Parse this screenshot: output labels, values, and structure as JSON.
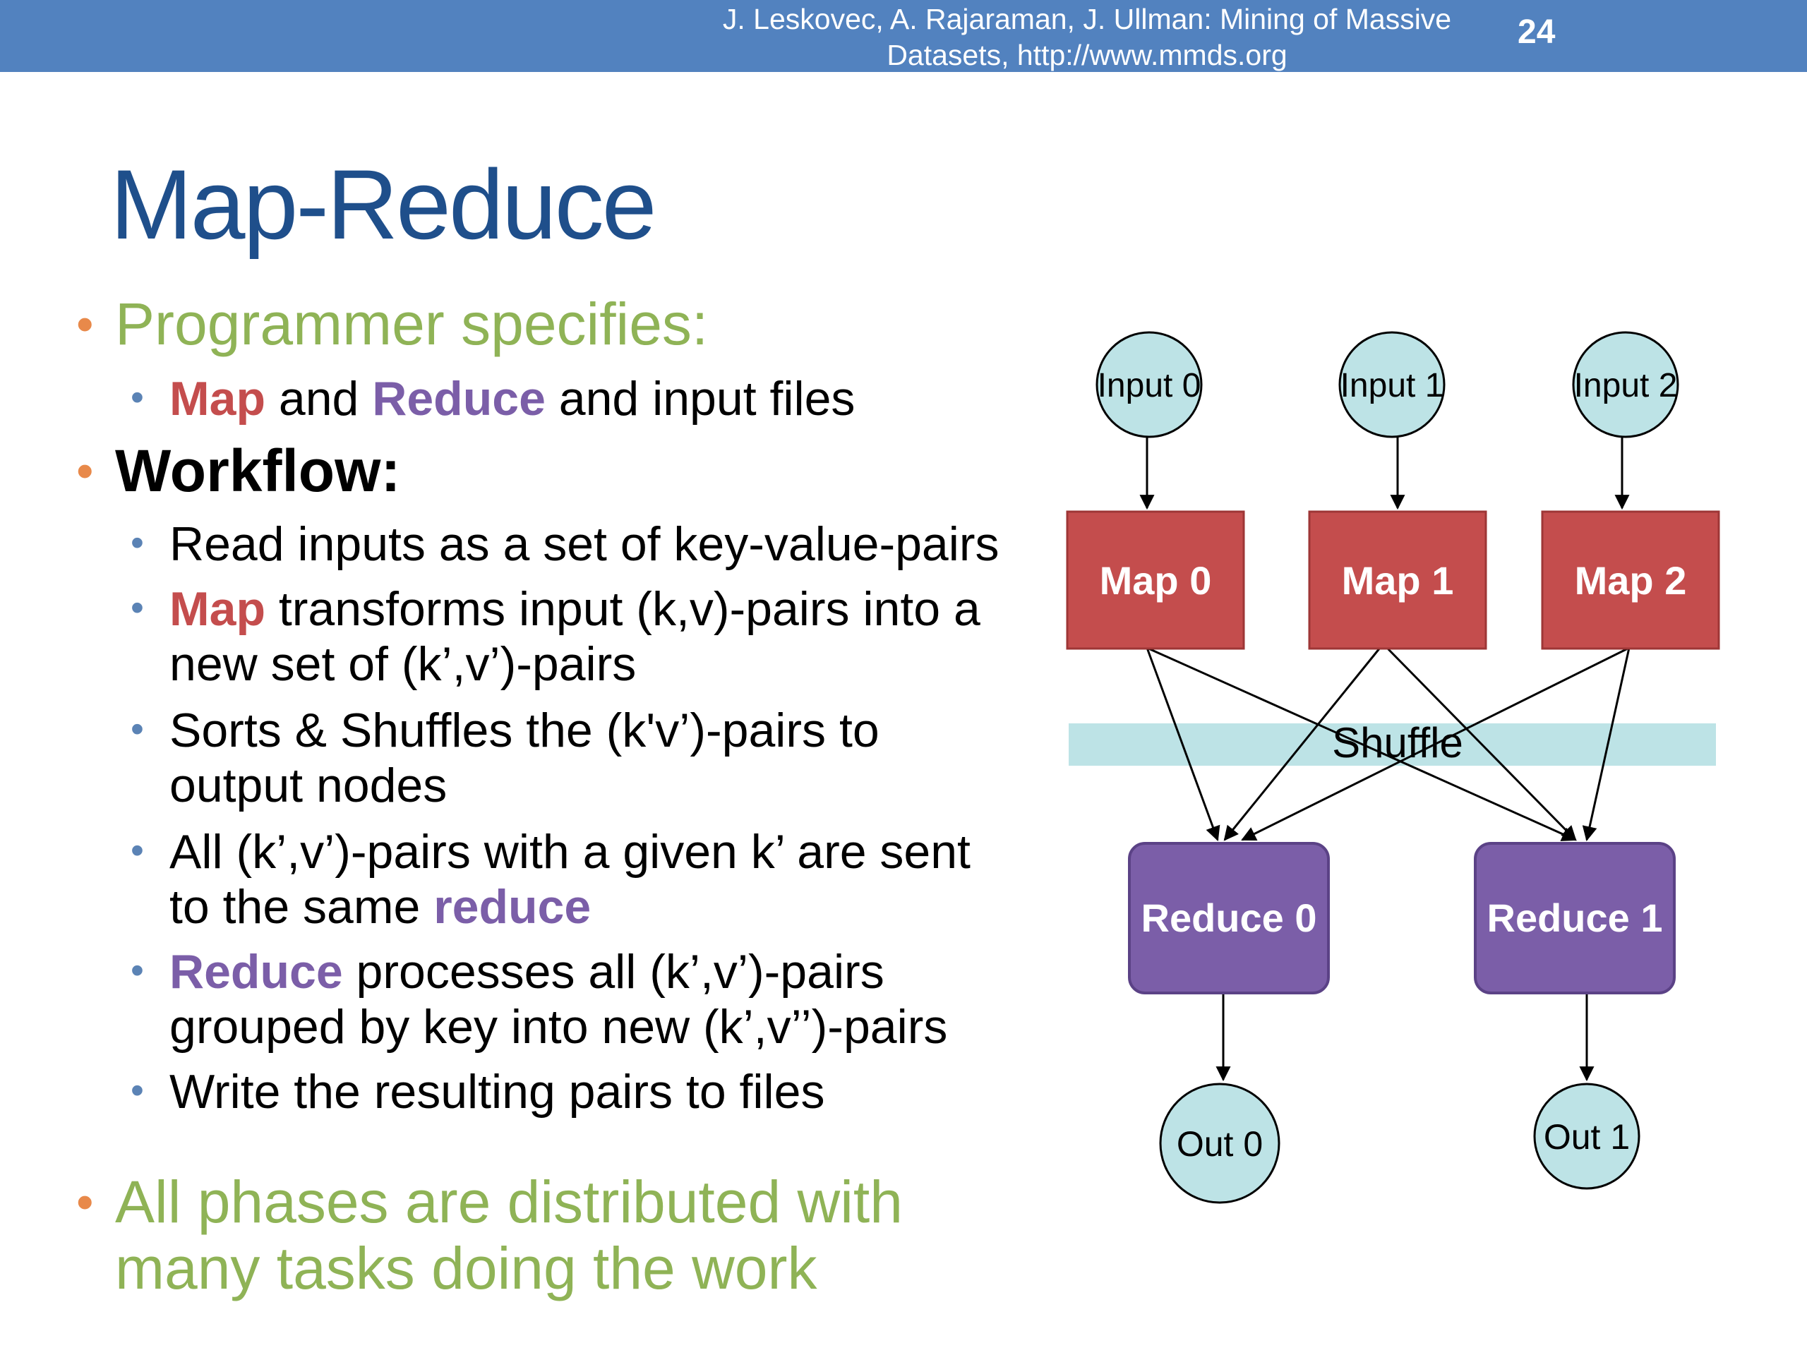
{
  "header": {
    "credit_line1": "J. Leskovec, A. Rajaraman, J. Ullman: Mining of Massive",
    "credit_line2": "Datasets, http://www.mmds.org",
    "page_number": "24"
  },
  "slide": {
    "title": "Map-Reduce"
  },
  "bullets": {
    "b1": "Programmer specifies:",
    "b1_sub": {
      "w1": "Map",
      "w2": " and ",
      "w3": "Reduce",
      "w4": " and input files"
    },
    "b2": "Workflow:",
    "s1": "Read inputs as a set of key-value-pairs",
    "s2_a": "Map",
    "s2_b": " transforms input (k,v)-pairs into a",
    "s2_c": "new set of (k’,v’)-pairs",
    "s3_a": "Sorts & Shuffles the (k'v’)-pairs to",
    "s3_b": "output nodes",
    "s4_a": "All (k’,v’)-pairs with a given k’ are sent",
    "s4_b": "to the same ",
    "s4_c": "reduce",
    "s5_a": "Reduce",
    "s5_b": " processes all (k’,v’)-pairs",
    "s5_c": "grouped by key into new (k’,v’’)-pairs",
    "s6": "Write the resulting pairs to files",
    "b3_a": "All phases are distributed with",
    "b3_b": "many tasks doing the work"
  },
  "diagram": {
    "inputs": [
      "Input 0",
      "Input 1",
      "Input 2"
    ],
    "maps": [
      "Map 0",
      "Map 1",
      "Map 2"
    ],
    "shuffle": "Shuffle",
    "reduces": [
      "Reduce 0",
      "Reduce 1"
    ],
    "outs": [
      "Out 0",
      "Out 1"
    ]
  },
  "colors": {
    "header_bg": "#5282bf",
    "title": "#1f4f8b",
    "green": "#8fb356",
    "map_red": "#c44d4d",
    "reduce_purple": "#7b5ea8",
    "bubble": "#bde3e6"
  }
}
